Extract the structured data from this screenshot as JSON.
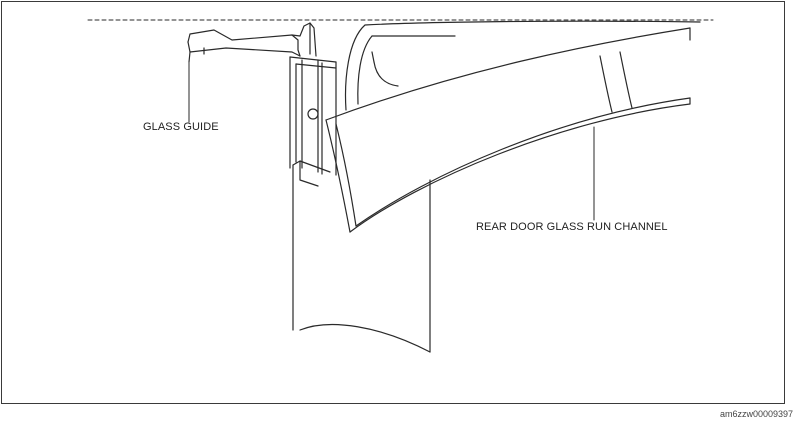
{
  "labels": {
    "glass_guide": "GLASS GUIDE",
    "rear_door_glass_run_channel": "REAR DOOR GLASS RUN CHANNEL"
  },
  "figure_code": "am6zzw00009397",
  "colors": {
    "line": "#2a2a2a",
    "frame": "#3a3a3a",
    "background": "#ffffff"
  }
}
